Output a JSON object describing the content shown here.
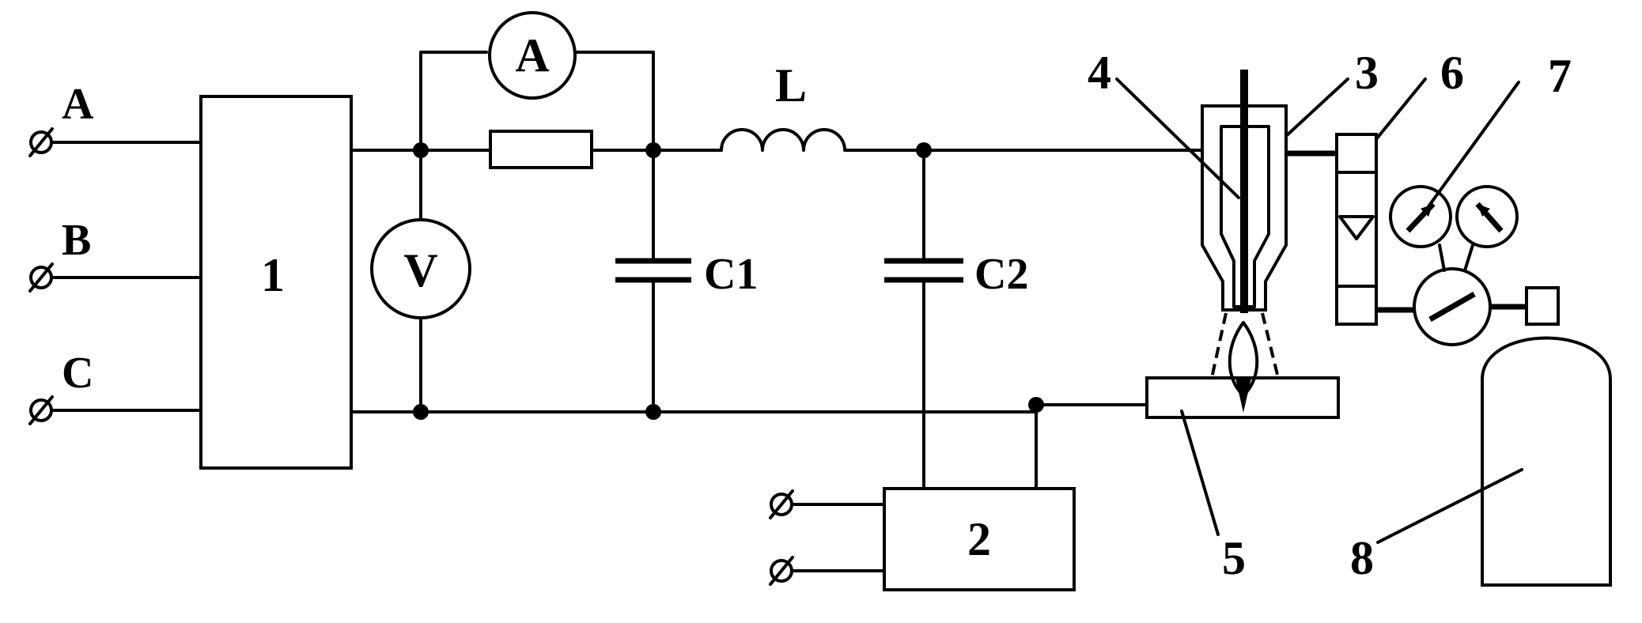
{
  "phases": [
    "A",
    "B",
    "C"
  ],
  "blocks": {
    "rectifier": "1",
    "ignition_unit": "2"
  },
  "meters": {
    "ammeter": "A",
    "voltmeter": "V"
  },
  "components": {
    "inductor": "L",
    "capacitor1": "C1",
    "capacitor2": "C2"
  },
  "callouts": {
    "electrode": "4",
    "torch": "3",
    "flowmeter": "6",
    "reducer": "7",
    "workpiece": "5",
    "gas_cylinder": "8"
  }
}
